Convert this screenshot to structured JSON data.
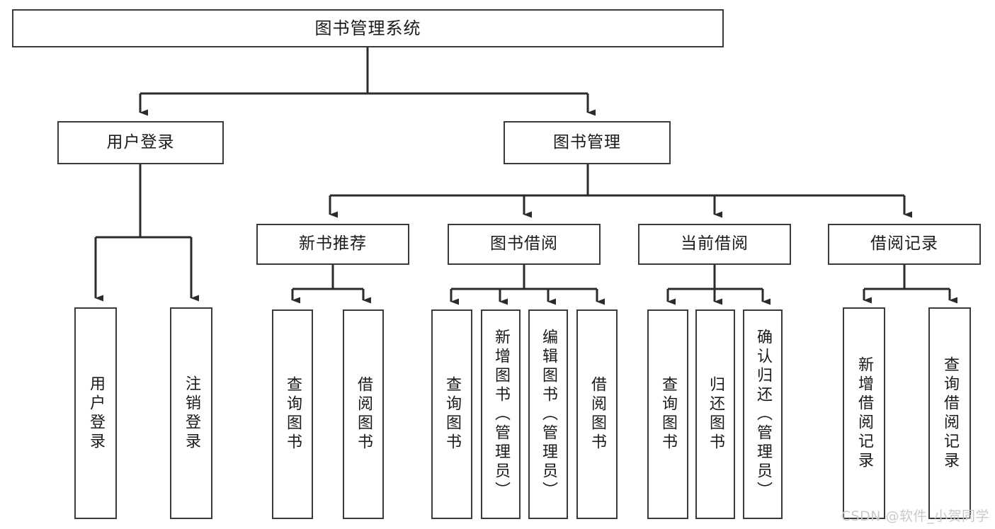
{
  "diagram": {
    "type": "tree",
    "title": "图书管理系统",
    "root": {
      "label": "图书管理系统"
    },
    "level2": [
      {
        "label": "用户登录"
      },
      {
        "label": "图书管理"
      }
    ],
    "level3": [
      {
        "label": "新书推荐"
      },
      {
        "label": "图书借阅"
      },
      {
        "label": "当前借阅"
      },
      {
        "label": "借阅记录"
      }
    ],
    "leaves": {
      "user_login": [
        {
          "label": "用户登录"
        },
        {
          "label": "注销登录"
        }
      ],
      "new_book_recommend": [
        {
          "label": "查询图书"
        },
        {
          "label": "借阅图书"
        }
      ],
      "book_borrow": [
        {
          "label": "查询图书"
        },
        {
          "label": "新增图书（管理员）"
        },
        {
          "label": "编辑图书（管理员）"
        },
        {
          "label": "借阅图书"
        }
      ],
      "current_borrow": [
        {
          "label": "查询图书"
        },
        {
          "label": "归还图书"
        },
        {
          "label": "确认归还（管理员）"
        }
      ],
      "borrow_record": [
        {
          "label": "新增借阅记录"
        },
        {
          "label": "查询借阅记录"
        }
      ]
    }
  },
  "watermark": {
    "text": "CSDN @软件_小贺同学"
  },
  "colors": {
    "background": "#ffffff",
    "box_border": "#3a3a3a",
    "box_fill": "#ffffff",
    "edge": "#2b2b2b",
    "text": "#1a1a1a",
    "watermark": "#c9c9c9"
  }
}
